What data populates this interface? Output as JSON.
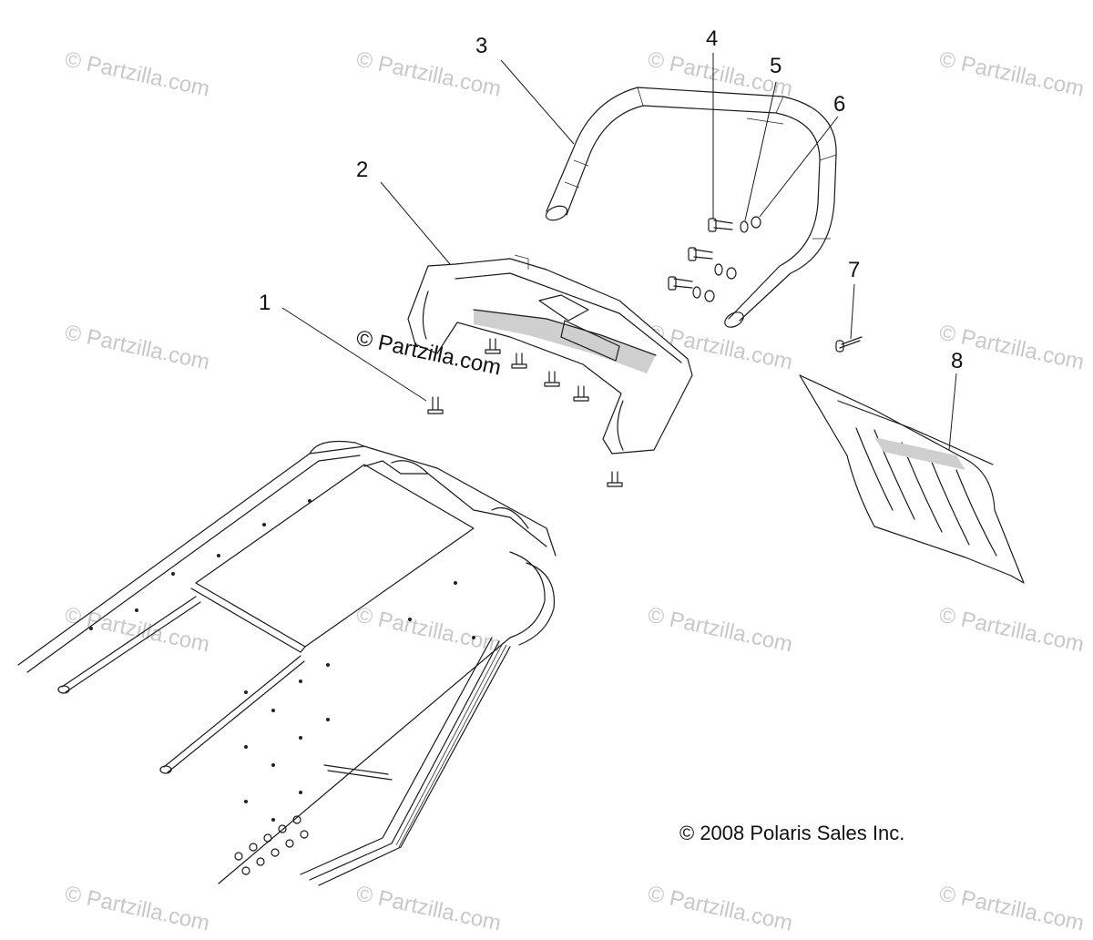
{
  "watermark": "© Partzilla.com",
  "copyright": "© 2008 Polaris Sales Inc.",
  "callouts": [
    "1",
    "2",
    "3",
    "4",
    "5",
    "6",
    "7",
    "8"
  ]
}
